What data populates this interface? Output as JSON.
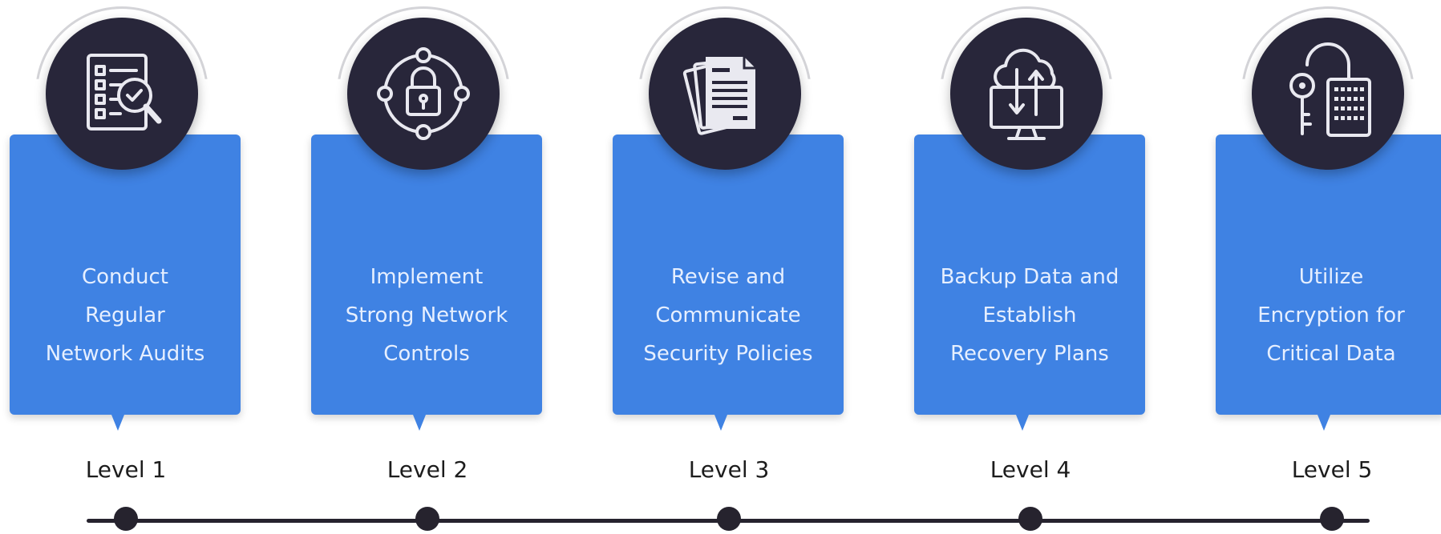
{
  "colors": {
    "card_blue": "#3f82e3",
    "badge_dark": "#28263a",
    "timeline": "#26232e",
    "label_text": "#1c1c1c",
    "card_text": "#e6efff"
  },
  "levels": [
    {
      "label": "Level 1",
      "lines": [
        "Conduct",
        "Regular",
        "Network Audits"
      ],
      "icon": "audit-checklist-magnifier-icon"
    },
    {
      "label": "Level 2",
      "lines": [
        "Implement",
        "Strong Network",
        "Controls"
      ],
      "icon": "network-padlock-icon"
    },
    {
      "label": "Level 3",
      "lines": [
        "Revise and",
        "Communicate",
        "Security Policies"
      ],
      "icon": "policy-documents-icon"
    },
    {
      "label": "Level 4",
      "lines": [
        "Backup Data and",
        "Establish",
        "Recovery Plans"
      ],
      "icon": "cloud-backup-monitor-icon"
    },
    {
      "label": "Level 5",
      "lines": [
        "Utilize",
        "Encryption for",
        "Critical Data"
      ],
      "icon": "key-encrypted-data-icon"
    }
  ]
}
